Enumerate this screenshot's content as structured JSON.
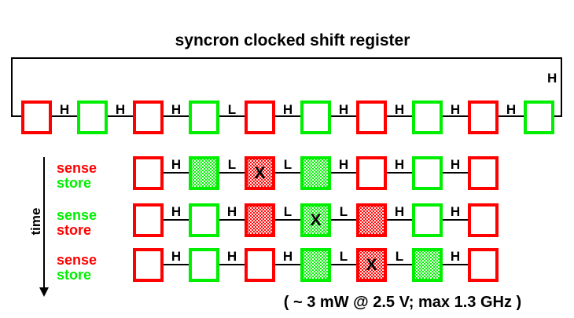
{
  "title": "syncron clocked shift register",
  "caption": "( ~ 3 mW @ 2.5 V; max 1.3 GHz )",
  "palette": {
    "red": "#ff0000",
    "green": "#00ee00",
    "wire": "#000000"
  },
  "time_axis": {
    "label": "time"
  },
  "feedback": {
    "label": "H"
  },
  "register": {
    "cells": [
      {
        "color": "red",
        "fill": "empty",
        "mark": ""
      },
      {
        "color": "green",
        "fill": "empty",
        "mark": ""
      },
      {
        "color": "red",
        "fill": "empty",
        "mark": ""
      },
      {
        "color": "green",
        "fill": "empty",
        "mark": ""
      },
      {
        "color": "red",
        "fill": "empty",
        "mark": ""
      },
      {
        "color": "green",
        "fill": "empty",
        "mark": ""
      },
      {
        "color": "red",
        "fill": "empty",
        "mark": ""
      },
      {
        "color": "green",
        "fill": "empty",
        "mark": ""
      },
      {
        "color": "red",
        "fill": "empty",
        "mark": ""
      },
      {
        "color": "green",
        "fill": "empty",
        "mark": ""
      }
    ],
    "links": [
      "H",
      "H",
      "H",
      "L",
      "H",
      "H",
      "H",
      "H",
      "H"
    ]
  },
  "timesteps": [
    {
      "phase_labels": [
        {
          "text": "sense",
          "color": "red"
        },
        {
          "text": "store",
          "color": "green"
        }
      ],
      "cells": [
        {
          "color": "red",
          "fill": "empty",
          "mark": ""
        },
        {
          "color": "green",
          "fill": "stipple",
          "mark": ""
        },
        {
          "color": "red",
          "fill": "stipple",
          "mark": "X"
        },
        {
          "color": "green",
          "fill": "stipple",
          "mark": ""
        },
        {
          "color": "red",
          "fill": "empty",
          "mark": ""
        },
        {
          "color": "green",
          "fill": "empty",
          "mark": ""
        },
        {
          "color": "red",
          "fill": "empty",
          "mark": ""
        }
      ],
      "links": [
        "H",
        "L",
        "L",
        "H",
        "H",
        "H"
      ]
    },
    {
      "phase_labels": [
        {
          "text": "sense",
          "color": "green"
        },
        {
          "text": "store",
          "color": "red"
        }
      ],
      "cells": [
        {
          "color": "red",
          "fill": "empty",
          "mark": ""
        },
        {
          "color": "green",
          "fill": "empty",
          "mark": ""
        },
        {
          "color": "red",
          "fill": "stipple",
          "mark": ""
        },
        {
          "color": "green",
          "fill": "stipple",
          "mark": "X"
        },
        {
          "color": "red",
          "fill": "stipple",
          "mark": ""
        },
        {
          "color": "green",
          "fill": "empty",
          "mark": ""
        },
        {
          "color": "red",
          "fill": "empty",
          "mark": ""
        }
      ],
      "links": [
        "H",
        "H",
        "L",
        "L",
        "H",
        "H"
      ]
    },
    {
      "phase_labels": [
        {
          "text": "sense",
          "color": "red"
        },
        {
          "text": "store",
          "color": "green"
        }
      ],
      "cells": [
        {
          "color": "red",
          "fill": "empty",
          "mark": ""
        },
        {
          "color": "green",
          "fill": "empty",
          "mark": ""
        },
        {
          "color": "red",
          "fill": "empty",
          "mark": ""
        },
        {
          "color": "green",
          "fill": "stipple",
          "mark": ""
        },
        {
          "color": "red",
          "fill": "stipple",
          "mark": "X"
        },
        {
          "color": "green",
          "fill": "stipple",
          "mark": ""
        },
        {
          "color": "red",
          "fill": "empty",
          "mark": ""
        }
      ],
      "links": [
        "H",
        "H",
        "H",
        "L",
        "L",
        "H"
      ]
    }
  ]
}
